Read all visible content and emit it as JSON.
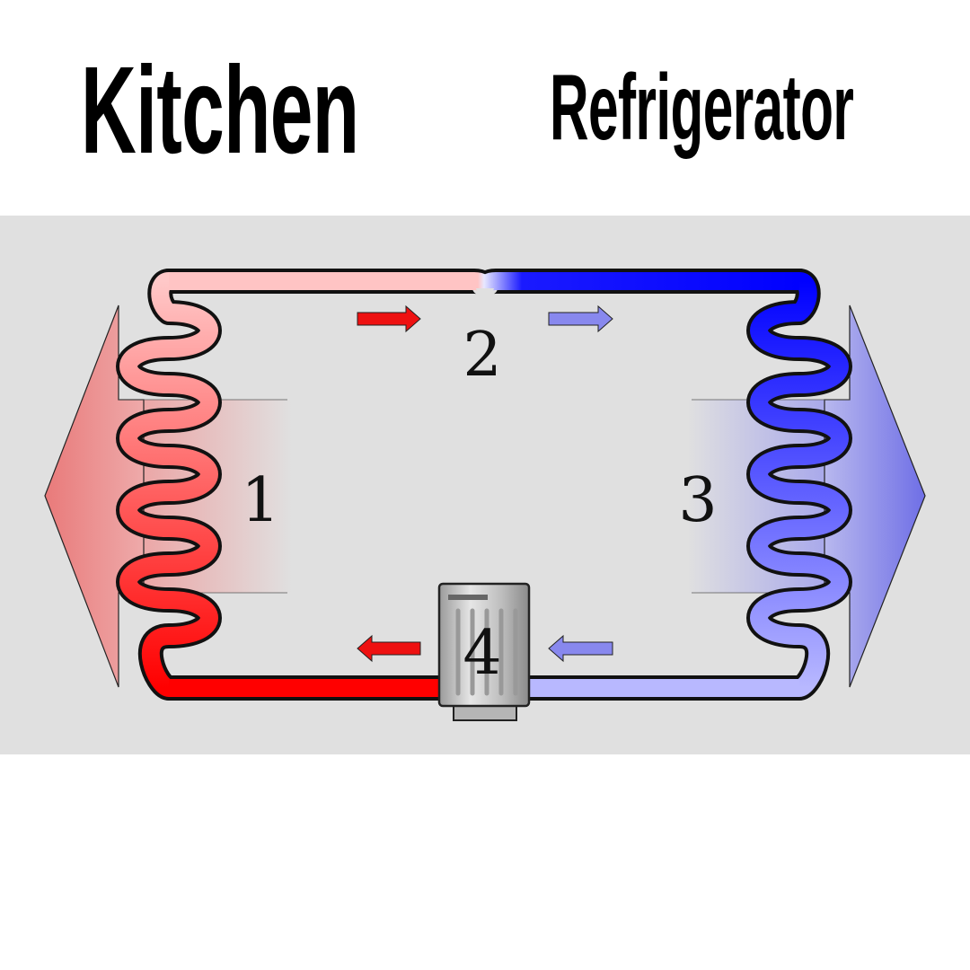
{
  "header": {
    "left_title": "Kitchen",
    "right_title": "Refrigerator"
  },
  "diagram": {
    "stages": [
      {
        "id": "1",
        "label": "1"
      },
      {
        "id": "2",
        "label": "2"
      },
      {
        "id": "3",
        "label": "3"
      },
      {
        "id": "4",
        "label": "4"
      }
    ],
    "colors": {
      "panel_bg": "#e0e0e0",
      "hot_liquid": "#ffc4c4",
      "hot_gas": "#ff0000",
      "cold_liquid": "#0000ff",
      "cold_gas": "#b4b4ff",
      "heat_out_arrow": "#e98080",
      "heat_in_arrow": "#7a7ae8",
      "flow_arrow_hot": "#ee1111",
      "flow_arrow_cold": "#8888ee"
    },
    "icons": [
      "heat-out-arrow-icon",
      "heat-in-arrow-icon",
      "compressor-icon",
      "flow-arrow-icon"
    ]
  }
}
